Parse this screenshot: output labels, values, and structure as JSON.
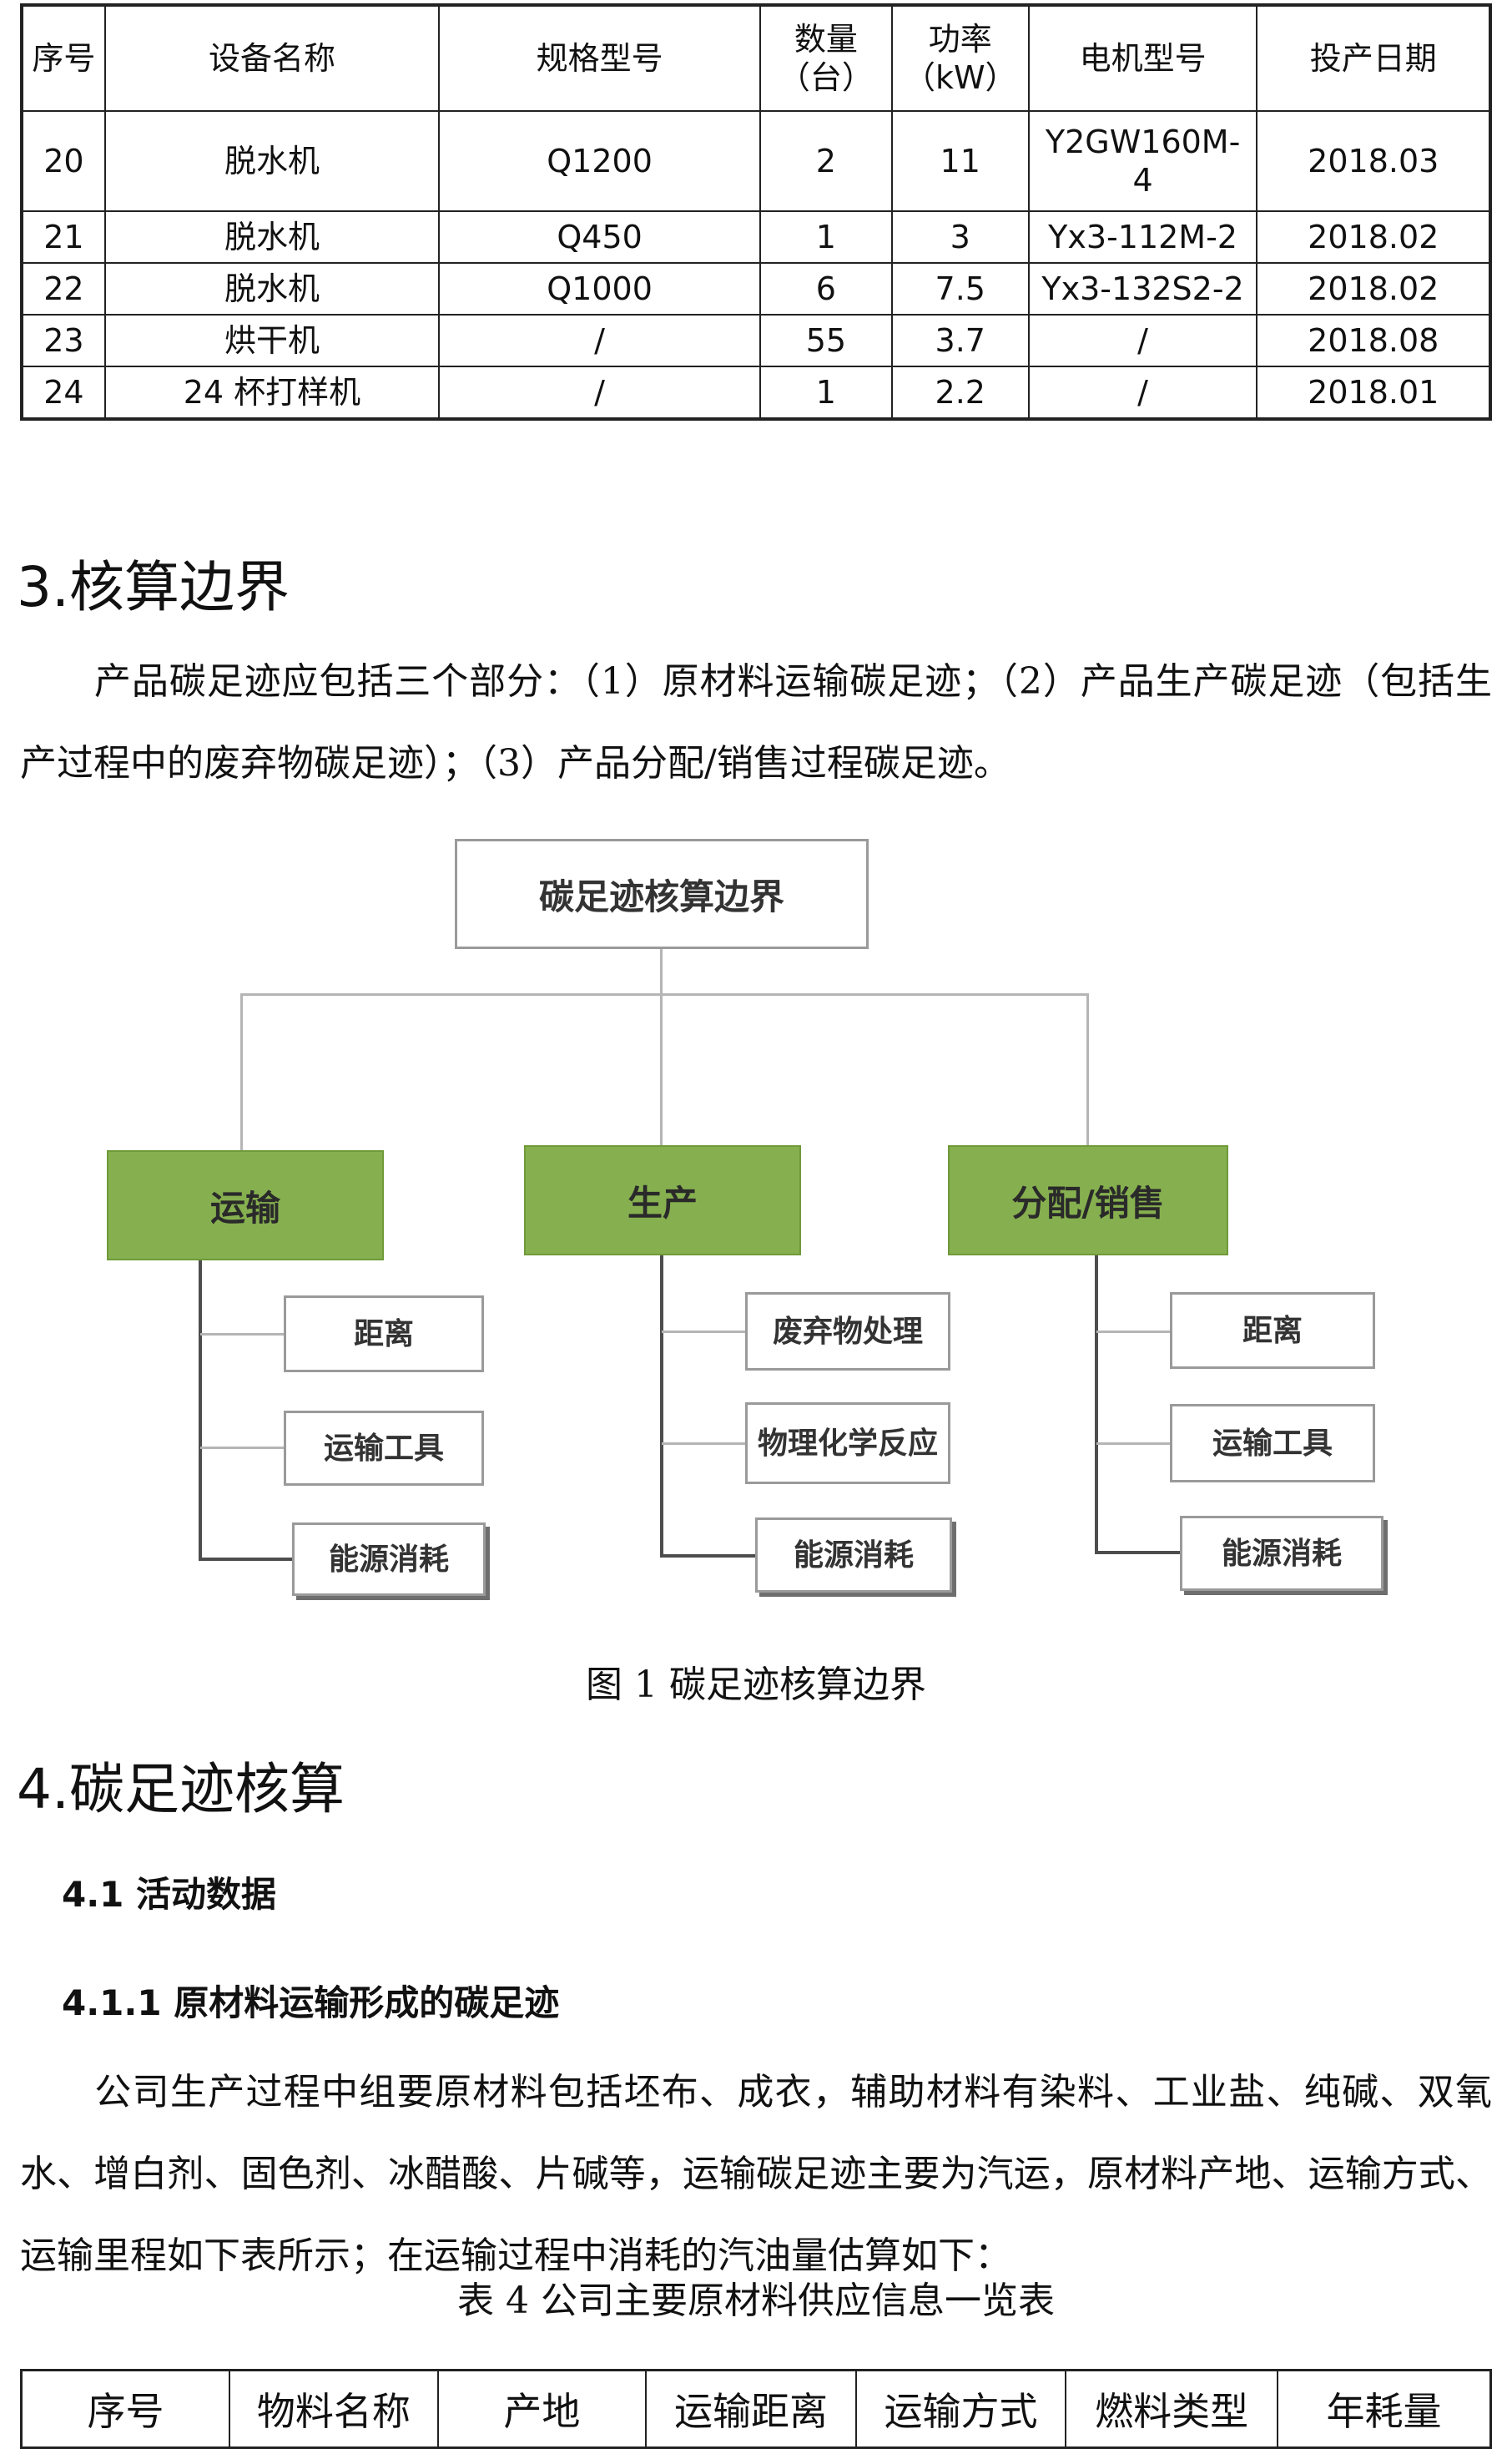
{
  "equipment_table": {
    "headers": [
      "序号",
      "设备名称",
      "规格型号",
      "数量\n（台）",
      "功率\n（kW）",
      "电机型号",
      "投产日期"
    ],
    "rows": [
      [
        "20",
        "脱水机",
        "Q1200",
        "2",
        "11",
        "Y2GW160M-\n4",
        "2018.03"
      ],
      [
        "21",
        "脱水机",
        "Q450",
        "1",
        "3",
        "Yx3-112M-2",
        "2018.02"
      ],
      [
        "22",
        "脱水机",
        "Q1000",
        "6",
        "7.5",
        "Yx3-132S2-2",
        "2018.02"
      ],
      [
        "23",
        "烘干机",
        "/",
        "55",
        "3.7",
        "/",
        "2018.08"
      ],
      [
        "24",
        "24 杯打样机",
        "/",
        "1",
        "2.2",
        "/",
        "2018.01"
      ]
    ]
  },
  "section3": {
    "title": "3.核算边界",
    "paragraph": "产品碳足迹应包括三个部分：（1）原材料运输碳足迹；（2）产品生产碳足迹（包括生产过程中的废弃物碳足迹）；（3）产品分配/销售过程碳足迹。"
  },
  "diagram": {
    "root": "碳足迹核算边界",
    "categories": [
      {
        "label": "运输",
        "items": [
          "距离",
          "运输工具",
          "能源消耗"
        ]
      },
      {
        "label": "生产",
        "items": [
          "废弃物处理",
          "物理化学反应",
          "能源消耗"
        ]
      },
      {
        "label": "分配/销售",
        "items": [
          "距离",
          "运输工具",
          "能源消耗"
        ]
      }
    ],
    "caption": "图 1  碳足迹核算边界"
  },
  "section4": {
    "title": "4.碳足迹核算",
    "sub1": "4.1 活动数据",
    "sub2": "4.1.1 原材料运输形成的碳足迹",
    "paragraph": "公司生产过程中组要原材料包括坯布、成衣，辅助材料有染料、工业盐、纯碱、双氧水、增白剂、固色剂、冰醋酸、片碱等，运输碳足迹主要为汽运，原材料产地、运输方式、运输里程如下表所示；在运输过程中消耗的汽油量估算如下：",
    "table_caption": "表 4 公司主要原材料供应信息一览表"
  },
  "material_table": {
    "headers": [
      "序号",
      "物料名称",
      "产地",
      "运输距离",
      "运输方式",
      "燃料类型",
      "年耗量"
    ]
  }
}
